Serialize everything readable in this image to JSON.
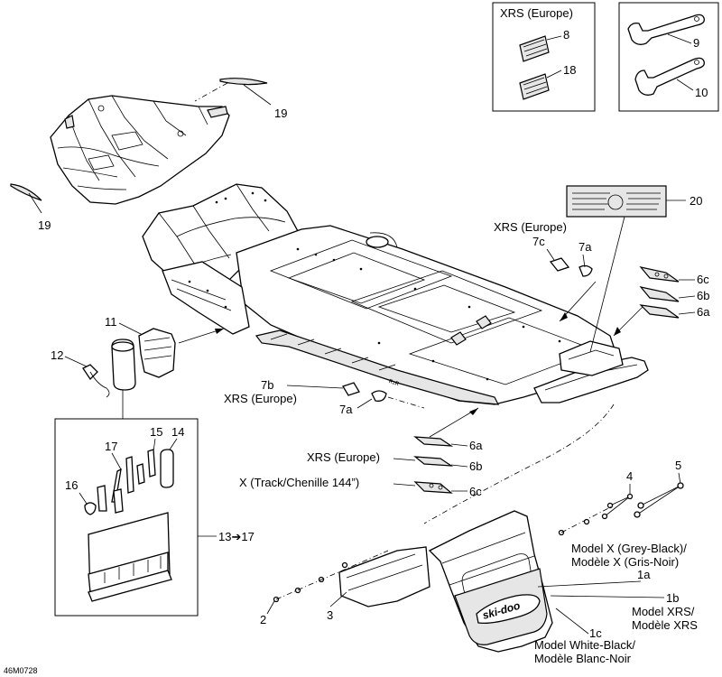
{
  "labels": {
    "c1a": "1a",
    "c1b": "1b",
    "c1c": "1c",
    "c2": "2",
    "c3": "3",
    "c4": "4",
    "c5": "5",
    "c6a_top": "6a",
    "c6b_top": "6b",
    "c6c_top": "6c",
    "c6a_bot": "6a",
    "c6b_bot": "6b",
    "c6c_bot": "6c",
    "c7a_top": "7a",
    "c7a_bot": "7a",
    "c7b": "7b",
    "c7c": "7c",
    "c8": "8",
    "c9": "9",
    "c10": "10",
    "c11": "11",
    "c12": "12",
    "c13_17": "13➔17",
    "c14": "14",
    "c15": "15",
    "c16": "16",
    "c17": "17",
    "c18": "18",
    "c19_top": "19",
    "c19_left": "19",
    "c20": "20"
  },
  "notes": {
    "xrs_box": "XRS (Europe)",
    "xrs_7c": "XRS (Europe)",
    "xrs_7b": "XRS (Europe)",
    "xrs_6b": "XRS (Europe)",
    "x_track": "X (Track/Chenille 144”)",
    "model_x_1": "Model X (Grey-Black)/",
    "model_x_2": "Modèle X (Gris-Noir)",
    "model_xrs_1": "Model XRS/",
    "model_xrs_2": "Modèle XRS",
    "model_wb_1": "Model White-Black/",
    "model_wb_2": "Modèle Blanc-Noir",
    "flap_brand": "ski-doo"
  },
  "figure_code": "46M0728"
}
